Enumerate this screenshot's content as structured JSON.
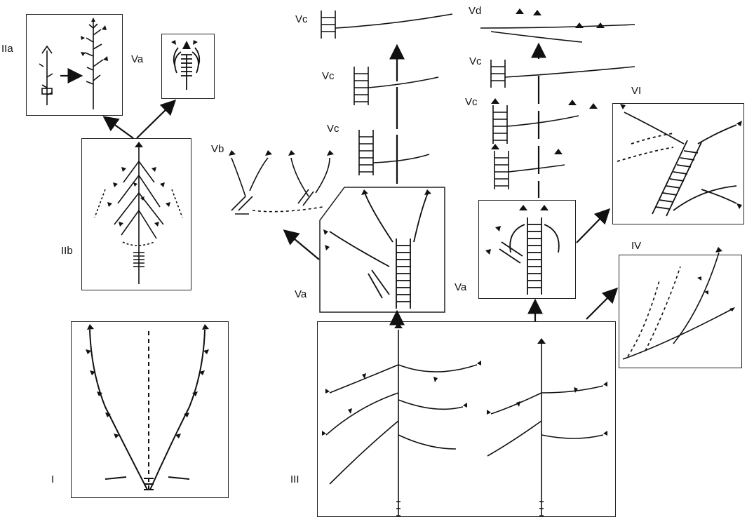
{
  "labels": {
    "I": "I",
    "IIa": "IIa",
    "IIb": "IIb",
    "III": "III",
    "IV": "IV",
    "Va_left": "Va",
    "Va_top": "Va",
    "Va_right": "Va",
    "Vb": "Vb",
    "Vc_1": "Vc",
    "Vc_2": "Vc",
    "Vc_3": "Vc",
    "Vc_4": "Vc",
    "Vc_5": "Vc",
    "Vd": "Vd",
    "VI": "VI"
  },
  "colors": {
    "ink": "#111111",
    "background": "#ffffff"
  }
}
